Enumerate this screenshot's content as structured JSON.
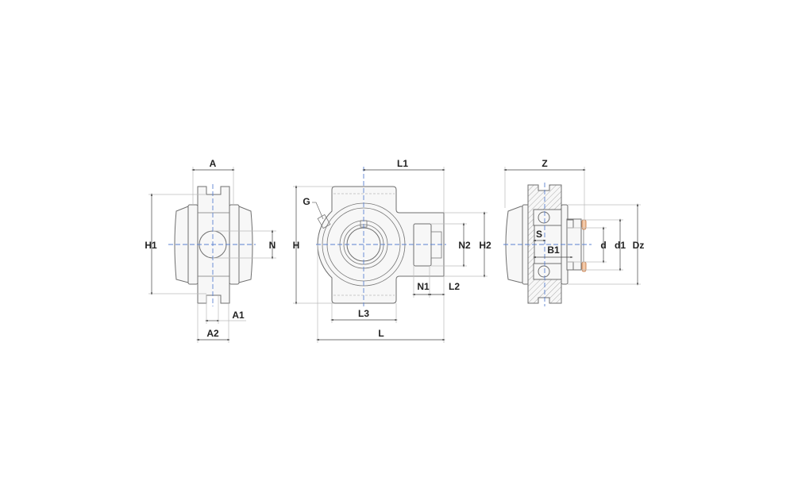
{
  "title": "Take-up bearing unit dimension drawing",
  "views": {
    "side": {
      "labels": {
        "A": "A",
        "H1": "H1",
        "N": "N",
        "A1": "A1",
        "A2": "A2"
      }
    },
    "front": {
      "labels": {
        "L1": "L1",
        "G": "G",
        "H": "H",
        "N2": "N2",
        "H2": "H2",
        "N1": "N1",
        "L2": "L2",
        "L3": "L3",
        "L": "L"
      }
    },
    "section": {
      "labels": {
        "Z": "Z",
        "S": "S",
        "B1": "B1",
        "d": "d",
        "d1": "d1",
        "Dz": "Dz"
      }
    }
  },
  "colors": {
    "centerline": "#5b82d0",
    "seal": "#c0703a",
    "outline": "#6f6f6f"
  }
}
